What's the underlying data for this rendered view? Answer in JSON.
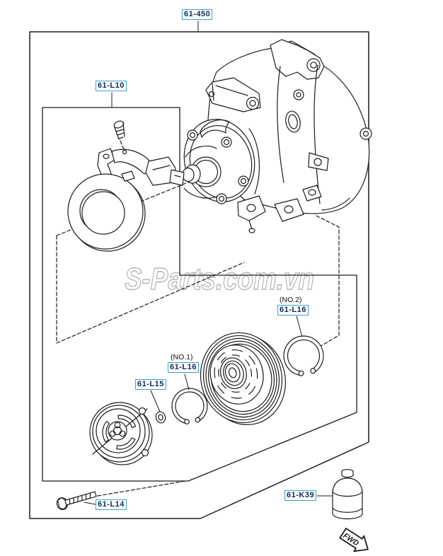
{
  "watermark": {
    "text": "S-Parts.com.vn"
  },
  "fwd_arrow": {
    "label": "FWD"
  },
  "part_labels": {
    "assembly": {
      "code": "61-450"
    },
    "magnetic_coil": {
      "code": "61-L10"
    },
    "snap_ring_no1": {
      "note": "(NO.1)",
      "code": "61-L16"
    },
    "snap_ring_no2": {
      "note": "(NO.2)",
      "code": "61-L16"
    },
    "shim_washer": {
      "code": "61-L15"
    },
    "bolt": {
      "code": "61-L14"
    },
    "cap": {
      "code": "61-K39"
    }
  },
  "colors": {
    "line": "#1c1c1c",
    "label_text": "#0c2a55",
    "label_border": "#3da2c7",
    "watermark_outline": "#b5b5b5"
  }
}
